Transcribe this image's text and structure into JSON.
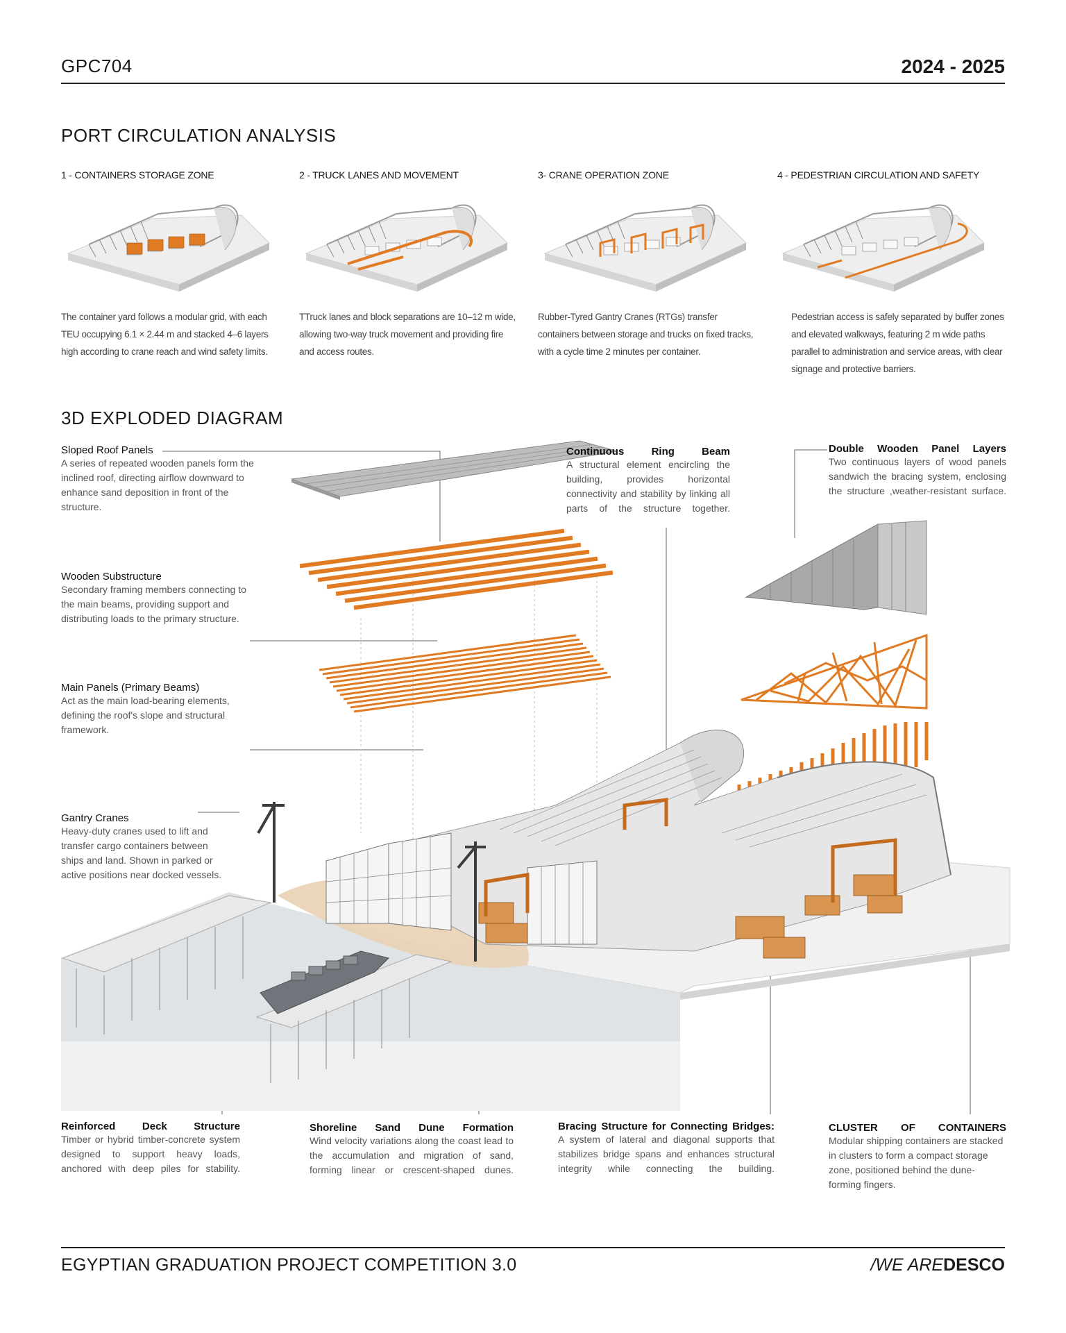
{
  "header": {
    "code": "GPC704",
    "year": "2024 - 2025"
  },
  "port_section": {
    "title": "PORT CIRCULATION ANALYSIS",
    "zones": [
      {
        "title": "1 - CONTAINERS STORAGE ZONE",
        "desc": "The container yard follows a modular grid, with each TEU occupying 6.1 × 2.44 m and stacked 4–6 layers high according to crane reach and wind safety limits."
      },
      {
        "title": "2 - TRUCK LANES AND MOVEMENT",
        "desc": "TTruck lanes and block separations are 10–12 m wide, allowing two-way truck movement and providing fire and access routes."
      },
      {
        "title": "3- CRANE OPERATION ZONE",
        "desc": "Rubber-Tyred Gantry Cranes (RTGs) transfer containers between storage and trucks on fixed tracks, with a cycle time 2 minutes per container."
      },
      {
        "title": "4 - PEDESTRIAN CIRCULATION AND SAFETY",
        "desc": "Pedestrian access is safely separated by buffer zones and elevated walkways, featuring 2 m wide paths parallel to administration and service areas, with clear signage and protective barriers."
      }
    ]
  },
  "exploded": {
    "title": "3D EXPLODED DIAGRAM",
    "labels": {
      "roof": {
        "title": "Sloped Roof Panels",
        "desc": "A series of repeated wooden panels form the inclined roof, directing airflow downward to enhance sand deposition in front of the structure."
      },
      "substructure": {
        "title": "Wooden Substructure",
        "desc": "Secondary framing members connecting to the main beams, providing support and distributing loads to the primary structure."
      },
      "beams": {
        "title": "Main Panels (Primary Beams)",
        "desc": "Act as the main load-bearing elements, defining the roof's slope and structural framework."
      },
      "cranes": {
        "title": "Gantry Cranes",
        "desc": "Heavy-duty cranes used to lift and transfer cargo containers between ships and land. Shown in parked or active positions near docked vessels."
      },
      "ring": {
        "title": "Continuous Ring Beam",
        "desc": "A structural element encircling the building, provides horizontal connectivity and stability by linking all parts of the structure together."
      },
      "double": {
        "title": "Double Wooden Panel Layers",
        "desc": "Two continuous layers of wood panels sandwich the bracing system, enclosing the structure ,weather-resistant surface."
      },
      "deck": {
        "title": "Reinforced Deck Structure",
        "desc": "Timber or hybrid timber-concrete system designed to support heavy loads, anchored with deep piles for stability."
      },
      "dune": {
        "title": "Shoreline Sand Dune Formation",
        "desc": "Wind velocity variations along the coast lead to the accumulation and migration of sand, forming linear or crescent-shaped dunes."
      },
      "bracing": {
        "title": "Bracing Structure for Connecting Bridges:",
        "desc": "A system of lateral and diagonal supports that stabilizes bridge spans and enhances structural integrity while connecting the building."
      },
      "cluster": {
        "title": "CLUSTER OF CONTAINERS",
        "desc": "Modular shipping containers are stacked in clusters to form a compact storage zone, positioned behind the dune-forming fingers."
      }
    }
  },
  "footer": {
    "left": "EGYPTIAN GRADUATION PROJECT COMPETITION 3.0",
    "right_prefix": "/WE ARE",
    "right_brand": "DESCO"
  },
  "colors": {
    "timber": "#E07B24",
    "structure": "#9a9a9a",
    "sand": "#E9D2B4",
    "water": "#cfd4d8",
    "ink": "#1a1a1a"
  }
}
